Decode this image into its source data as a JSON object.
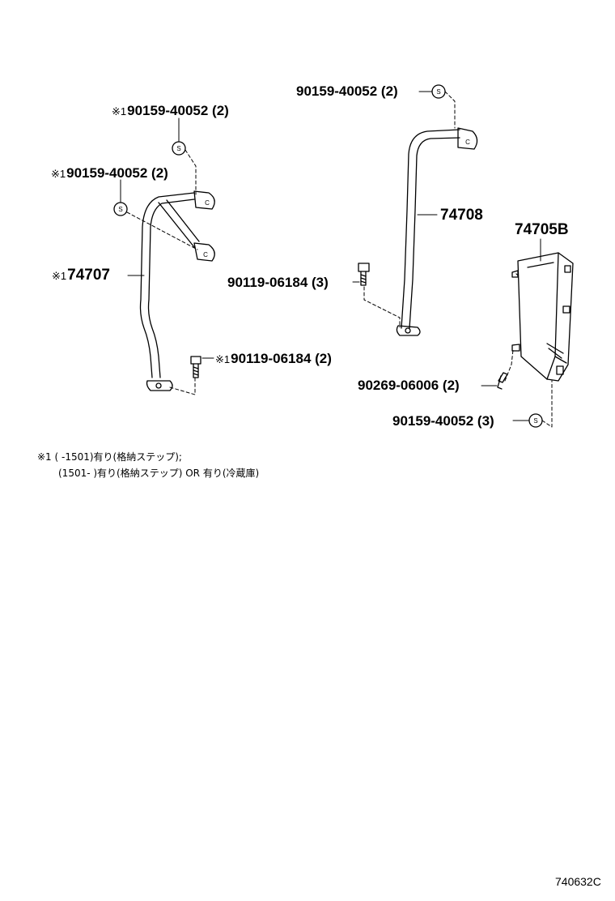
{
  "callouts": {
    "c_left_nut_top": {
      "mark": "※1",
      "text": "90159-40052 (2)"
    },
    "c_left_nut_mid": {
      "mark": "※1",
      "text": "90159-40052 (2)"
    },
    "c_left_rail": {
      "mark": "※1",
      "text": "74707"
    },
    "c_left_bolt": {
      "mark": "※1",
      "text": "90119-06184 (2)"
    },
    "c_right_nut_top": {
      "text": "90159-40052 (2)"
    },
    "c_right_rail": {
      "text": "74708"
    },
    "c_right_bolt": {
      "text": "90119-06184 (3)"
    },
    "c_cover": {
      "text": "74705B"
    },
    "c_screw": {
      "text": "90269-06006 (2)"
    },
    "c_bottom_nut": {
      "text": "90159-40052 (3)"
    }
  },
  "footnote": {
    "line1": "※1 (      -1501)有り(格納ステップ);",
    "line2": "(1501-      )有り(格納ステップ) OR 有り(冷蔵庫)"
  },
  "nut_symbol": "S",
  "clip_symbol": "C",
  "diagram_code": "740632C"
}
